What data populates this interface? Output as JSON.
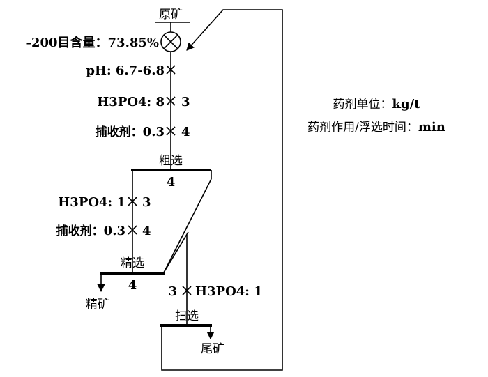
{
  "feed": {
    "label": "原矿",
    "grade_label": "-200目含量：",
    "grade_value": "73.85%"
  },
  "rougher": {
    "ph_label": "pH: 6.7-6.8",
    "h3po4_label": "H3PO4: 8",
    "h3po4_time": "3",
    "collector_label": "捕收剂：",
    "collector_dose": "0.3",
    "collector_time": "4",
    "stage_label": "粗选",
    "stage_time": "4"
  },
  "cleaner": {
    "h3po4_label": "H3PO4: 1",
    "h3po4_time": "3",
    "collector_label": "捕收剂：",
    "collector_dose": "0.3",
    "collector_time": "4",
    "stage_label": "精选",
    "stage_time": "4"
  },
  "scavenger": {
    "h3po4_time": "3",
    "h3po4_label": "H3PO4: 1",
    "stage_label": "扫选"
  },
  "products": {
    "concentrate": "精矿",
    "tailings": "尾矿"
  },
  "legend": {
    "unit_label": "药剂单位：",
    "unit_value": "kg/t",
    "time_label": "药剂作用/浮选时间：",
    "time_value": "min"
  }
}
